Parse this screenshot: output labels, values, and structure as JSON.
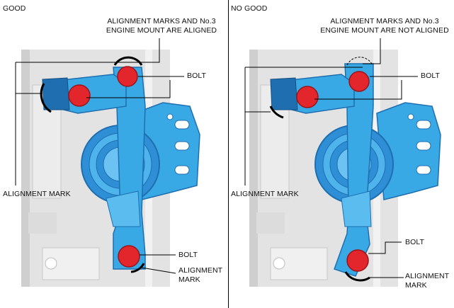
{
  "panels": {
    "good": {
      "title": "GOOD",
      "callout_line1": "ALIGNMENT MARKS AND No.3",
      "callout_line2": "ENGINE MOUNT ARE ALIGNED",
      "bolt_top": "BOLT",
      "alignment_mark_left": "ALIGNMENT MARK",
      "bolt_bottom": "BOLT",
      "alignment_mark_bottom_line1": "ALIGNMENT",
      "alignment_mark_bottom_line2": "MARK"
    },
    "no_good": {
      "title": "NO GOOD",
      "callout_line1": "ALIGNMENT MARKS AND No.3",
      "callout_line2": "ENGINE MOUNT ARE NOT ALIGNED",
      "bolt_top": "BOLT",
      "alignment_mark_left": "ALIGNMENT MARK",
      "bolt_bottom": "BOLT",
      "alignment_mark_bottom_line1": "ALIGNMENT",
      "alignment_mark_bottom_line2": "MARK"
    }
  },
  "colors": {
    "bracket": "#39a9e6",
    "bracket_dark": "#1f6fb0",
    "bracket_light": "#8fd3f7",
    "bolt": "#e3262c",
    "body": "#d9d9d9"
  }
}
